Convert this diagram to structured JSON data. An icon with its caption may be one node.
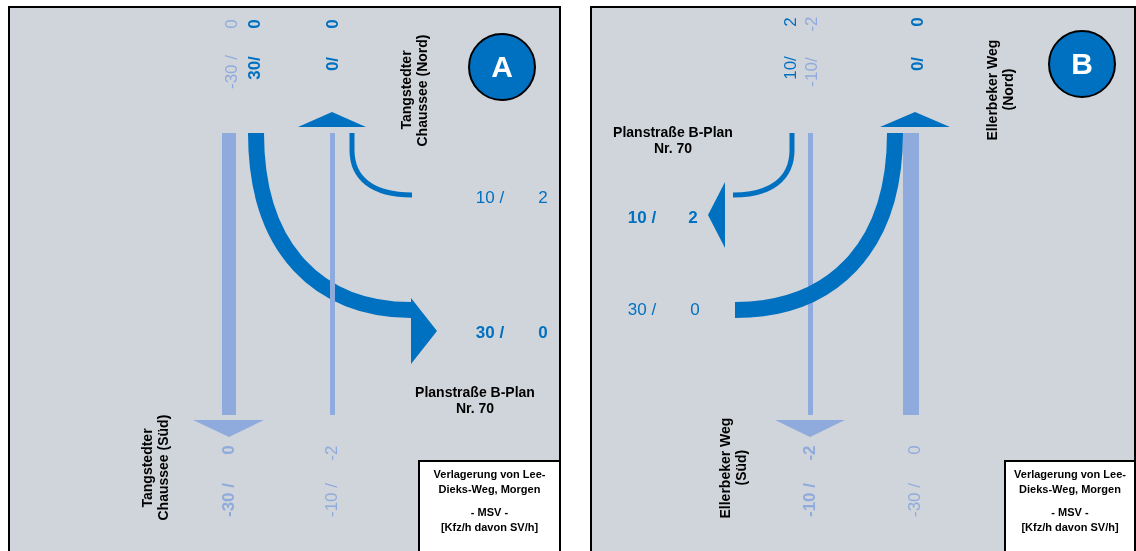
{
  "diagram": {
    "nodes": [
      {
        "text": [],
        "shape": "box"
      },
      {
        "text": [
          "A"
        ],
        "in": 0
      },
      {
        "text": [
          "Verlagerung von Lee-Dieks-Weg, Morgen",
          "- MSV -",
          "[Kfz/h davon SV/h]"
        ],
        "in": 0
      },
      {
        "text": [],
        "shape": "box"
      },
      {
        "text": [
          "B"
        ],
        "in": 3
      },
      {
        "text": [
          "Verlagerung von Lee-Dieks-Weg, Morgen",
          "- MSV -",
          "[Kfz/h davon SV/h]"
        ],
        "in": 3
      }
    ],
    "edges": [],
    "labels": [
      "-30 /",
      "0",
      "30/",
      "0",
      "0/",
      "0",
      "Tangstedter Chaussee (Nord)",
      "10 /",
      "2",
      "30 /",
      "0",
      "Planstraße B-Plan Nr. 70",
      "Tangstedter Chaussee (Süd)",
      "-30 /",
      "0",
      "-10 /",
      "-2",
      "10/",
      "2",
      "-10/",
      "-2",
      "0/",
      "0",
      "Ellerbeker Weg (Nord)",
      "Planstraße B-Plan Nr. 70",
      "10 /",
      "2",
      "30 /",
      "0",
      "Ellerbeker Weg (Süd)",
      "-10 /",
      "-2",
      "-30 /",
      "0"
    ]
  }
}
